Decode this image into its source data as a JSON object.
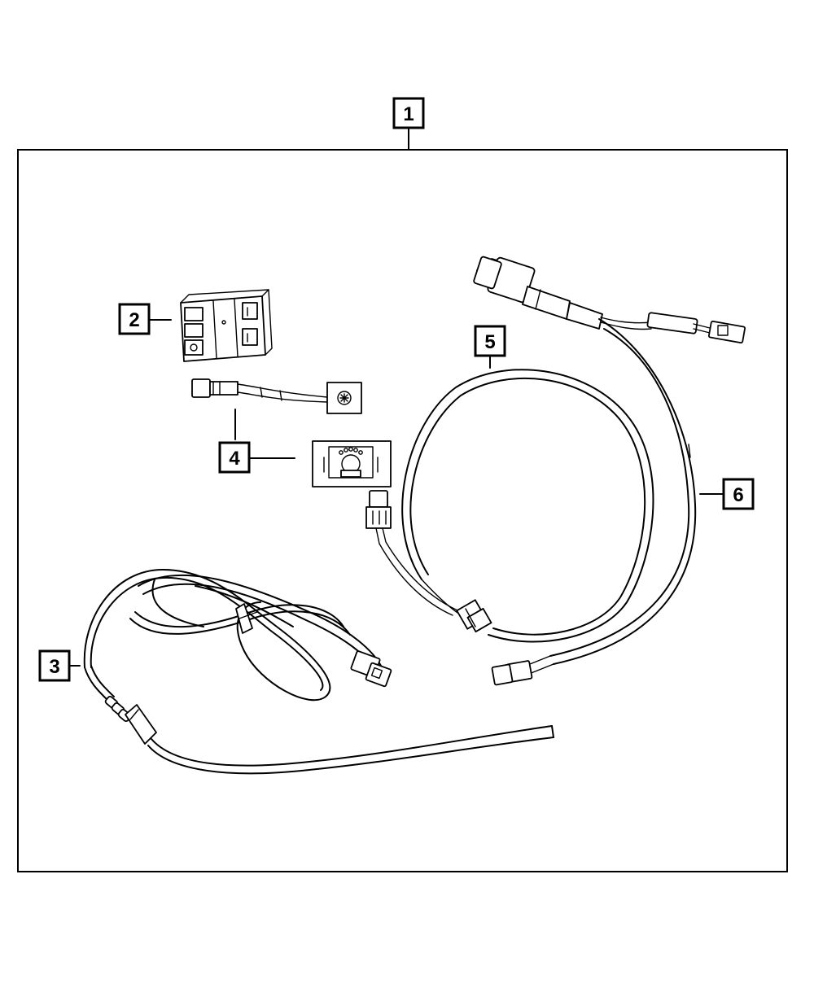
{
  "diagram": {
    "callouts": [
      {
        "id": "callout-1",
        "label": "1"
      },
      {
        "id": "callout-2",
        "label": "2"
      },
      {
        "id": "callout-3",
        "label": "3"
      },
      {
        "id": "callout-4",
        "label": "4"
      },
      {
        "id": "callout-5",
        "label": "5"
      },
      {
        "id": "callout-6",
        "label": "6"
      }
    ],
    "colors": {
      "line": "#000000",
      "background": "#ffffff"
    },
    "parts": [
      {
        "callout": "2",
        "icon": "relay-module-icon"
      },
      {
        "callout": "3",
        "icon": "antenna-cable-icon"
      },
      {
        "callout": "4",
        "icon": "lamp-switch-icon"
      },
      {
        "callout": "5",
        "icon": "jumper-harness-icon"
      },
      {
        "callout": "6",
        "icon": "wiring-harness-icon"
      }
    ]
  }
}
